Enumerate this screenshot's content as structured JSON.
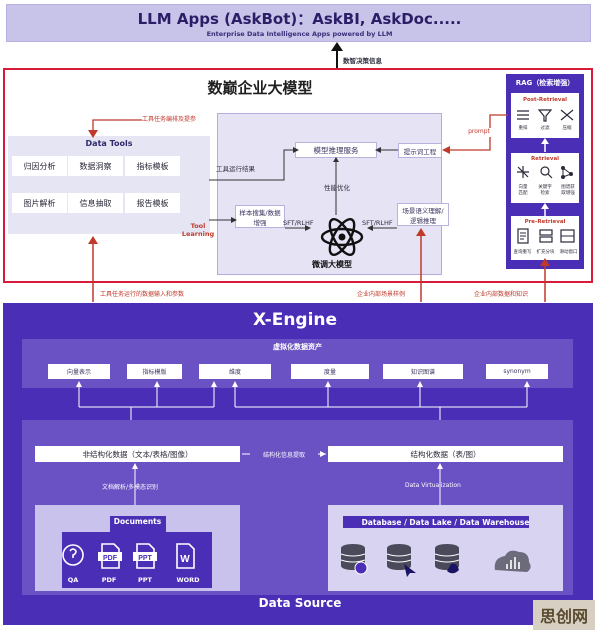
{
  "top": {
    "title": "LLM Apps (AskBot)：AskBI, AskDoc.....",
    "subtitle": "Enterprise Data Intelligence Apps powered by LLM"
  },
  "arrow_top_label": "数智决策信息",
  "middle": {
    "title": "数巅企业大模型",
    "tool_arrow_label": "工具任务编排及提参",
    "data_tools": {
      "title": "Data Tools",
      "items": [
        "归因分析",
        "数据洞察",
        "指标模板",
        "图片解析",
        "信息抽取",
        "报告模板"
      ]
    },
    "tool_learning": "Tool\nLearning",
    "tool_result": "工具运行结果",
    "inference": "模型推理服务",
    "perf": "性能优化",
    "prompt_eng": "提示词工程",
    "prompt": "prompt",
    "sample": "样本搜集/数据\n增强",
    "sft_left": "SFT/RLHF",
    "sft_right": "SFT/RLHF",
    "semantic": "场景语义理解/\n逻辑推理",
    "finetune": "微调大模型"
  },
  "rag": {
    "title": "RAG（检索增强）",
    "post": {
      "title": "Post-Retrieval",
      "items": [
        "重排",
        "过滤",
        "压缩"
      ]
    },
    "retrieval": {
      "title": "Retrieval",
      "items": [
        "向量\n匹配",
        "关键字\n检索",
        "图谱获\n取增强"
      ]
    },
    "pre": {
      "title": "Pre-Retrieval",
      "items": [
        "查询重写",
        "扩充分块",
        "滑动窗口"
      ]
    }
  },
  "up_arrows": {
    "left": "工具任务运行的数据输入和参数",
    "mid": "企业内部场景样例",
    "right": "企业内部数据和知识"
  },
  "xengine": {
    "title": "X-Engine",
    "virtual_assets": {
      "title": "虚拟化数据资产",
      "items": [
        "向量表示",
        "指标模版",
        "维度",
        "度量",
        "知识图谱",
        "synonym"
      ]
    },
    "unstructured": "非结构化数据（文本/表格/图像）",
    "structured": "结构化数据（表/图）",
    "extraction": "结构化信息提取",
    "doc_parse": "文档解析/多模态识别",
    "data_virt": "Data Virtualization",
    "documents": {
      "title": "Documents",
      "items": [
        "QA",
        "PDF",
        "PPT",
        "WORD"
      ]
    },
    "databases": {
      "title": "Database / Data Lake / Data Warehouse"
    },
    "data_source": "Data Source"
  },
  "watermark": "思创网",
  "colors": {
    "primary": "#4a2fb6",
    "red": "#d81b3a",
    "light": "#e6e3f5"
  }
}
